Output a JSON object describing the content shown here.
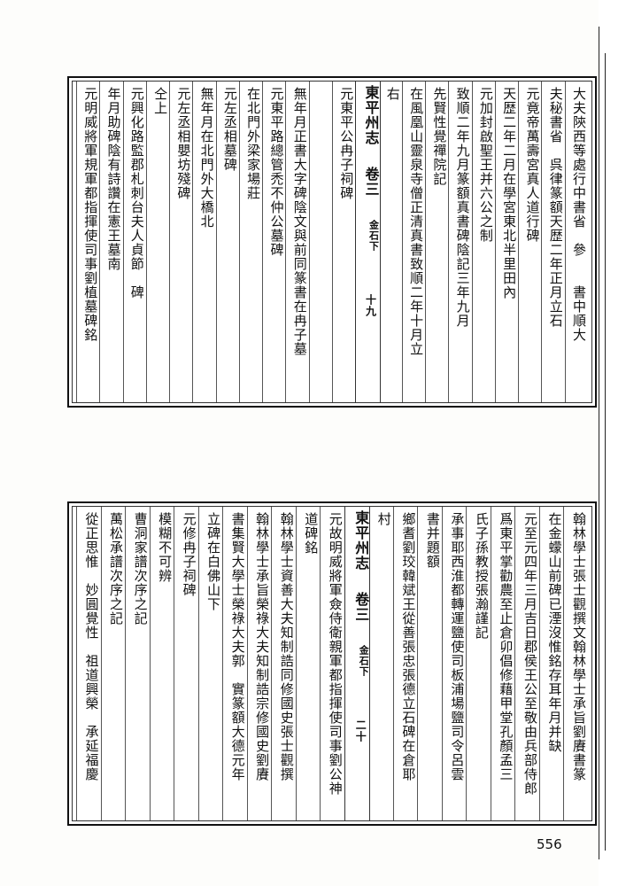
{
  "top_panel": {
    "columns": [
      "大夫陝西等處行中書省　參　　書中順大",
      "夫秘書省　呉律篆額天歴二年正月立石",
      "元竟帝萬壽宮真人道行碑",
      "天歴二年二月在學宮東北半里田內",
      "元加封啟聖王并六公之制",
      "致順二年九月篆額真書碑陰記三年九月",
      "先賢性覺禪院記",
      "在風凰山靈泉寺僧正清真書致順二年十月立",
      "右",
      "元東平公冉子祠碑",
      "　",
      "無年月正書大字碑陰文與前同篆書在冉子墓",
      "元東平路總管禿不仲公墓碑",
      "在北門外梁家場莊",
      "元左丞相墓碑",
      "無年月在北門外大橋北",
      "元左丞相嬰坊殘碑",
      "仝上",
      "元興化路監郡札刺台夫人貞節　碑",
      "年月助碑陰有詩讚在憲王墓南",
      "元明威將軍規軍都指揮使司事劉植墓碑銘"
    ],
    "center": {
      "title": "東平州志",
      "volume": "卷三",
      "section": "金石下",
      "page": "十九"
    }
  },
  "bottom_panel": {
    "columns": [
      "翰林學士張士觀撰文翰林學士承旨劉賡書篆",
      "在金蠓山前碑已湮沒惟銘存耳年月并缺",
      "元至元四年三月吉日郡侯王公至敬由兵部侍郎",
      "爲東平掌勸農至止倉卯倡修藉甲堂孔顏孟三",
      "氏子孫教授張瀚謹記",
      "承事耶西淮都轉運鹽使司板浦場鹽司令呂雲",
      "書并題額",
      "鄉耆劉珓韓斌王從善張忠張德立石碑在倉耶",
      "村",
      "元故明威將軍僉侍衛親軍都指揮使司事劉公神",
      "道碑銘",
      "翰林學士資善大夫知制誥同修國史張士觀撰",
      "翰林學士承旨榮祿大夫知制誥宗修國史劉賡",
      "書集賢大學士榮祿大夫郭　實篆額大德元年",
      "立碑在白佛山下",
      "元修冉子祠碑",
      "模糊不可辨",
      "曹洞家譜次序之記",
      "萬松承譜次序之記",
      "從正思惟　妙圓覺性　祖道興榮　承延福慶"
    ],
    "center": {
      "title": "東平州志",
      "volume": "卷三",
      "section": "金石下",
      "page": "二十"
    }
  },
  "page_number": "556"
}
